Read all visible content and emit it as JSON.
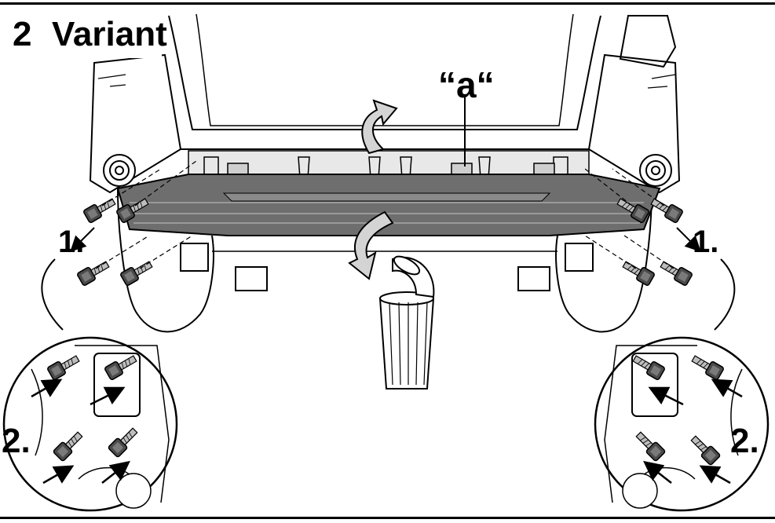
{
  "header": {
    "number": "2",
    "title": "Variant"
  },
  "labels": {
    "part_a": "“a“",
    "step1_left": "1.",
    "step1_right": "1.",
    "step2_left": "2.",
    "step2_right": "2."
  },
  "colors": {
    "line": "#000000",
    "bumper_fill": "#6e6e6e",
    "bolt_fill": "#4a4a4a",
    "background": "#ffffff"
  }
}
